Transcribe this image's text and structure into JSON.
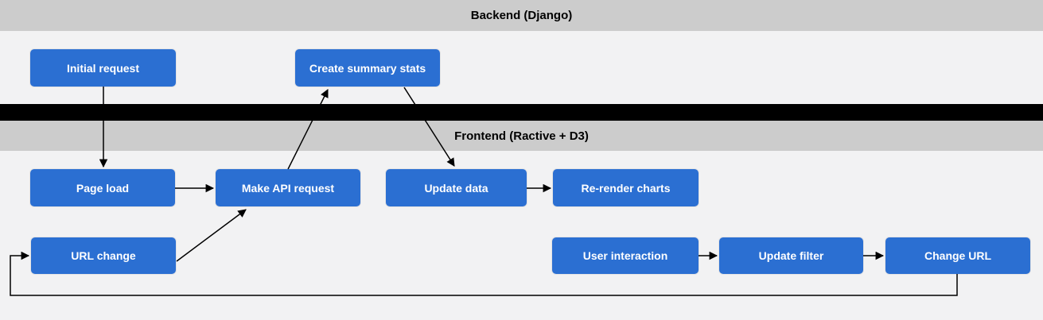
{
  "lanes": {
    "backend": {
      "title": "Backend (Django)"
    },
    "frontend": {
      "title": "Frontend (Ractive + D3)"
    }
  },
  "nodes": {
    "initial_request": {
      "label": "Initial request"
    },
    "create_summary_stats": {
      "label": "Create summary stats"
    },
    "page_load": {
      "label": "Page load"
    },
    "make_api_request": {
      "label": "Make API request"
    },
    "update_data": {
      "label": "Update data"
    },
    "re_render_charts": {
      "label": "Re-render charts"
    },
    "url_change": {
      "label": "URL change"
    },
    "user_interaction": {
      "label": "User interaction"
    },
    "update_filter": {
      "label": "Update filter"
    },
    "change_url": {
      "label": "Change URL"
    }
  },
  "edges": [
    {
      "from": "initial_request",
      "to": "page_load"
    },
    {
      "from": "page_load",
      "to": "make_api_request"
    },
    {
      "from": "make_api_request",
      "to": "create_summary_stats"
    },
    {
      "from": "create_summary_stats",
      "to": "update_data"
    },
    {
      "from": "update_data",
      "to": "re_render_charts"
    },
    {
      "from": "url_change",
      "to": "make_api_request"
    },
    {
      "from": "user_interaction",
      "to": "update_filter"
    },
    {
      "from": "update_filter",
      "to": "change_url"
    },
    {
      "from": "change_url",
      "to": "url_change"
    }
  ],
  "colors": {
    "node_fill": "#2b6fd2",
    "node_text": "#ffffff",
    "lane_bg": "#cccccc",
    "lane_text": "#000000",
    "divider": "#000000",
    "background": "#f2f2f3",
    "edge": "#000000"
  }
}
